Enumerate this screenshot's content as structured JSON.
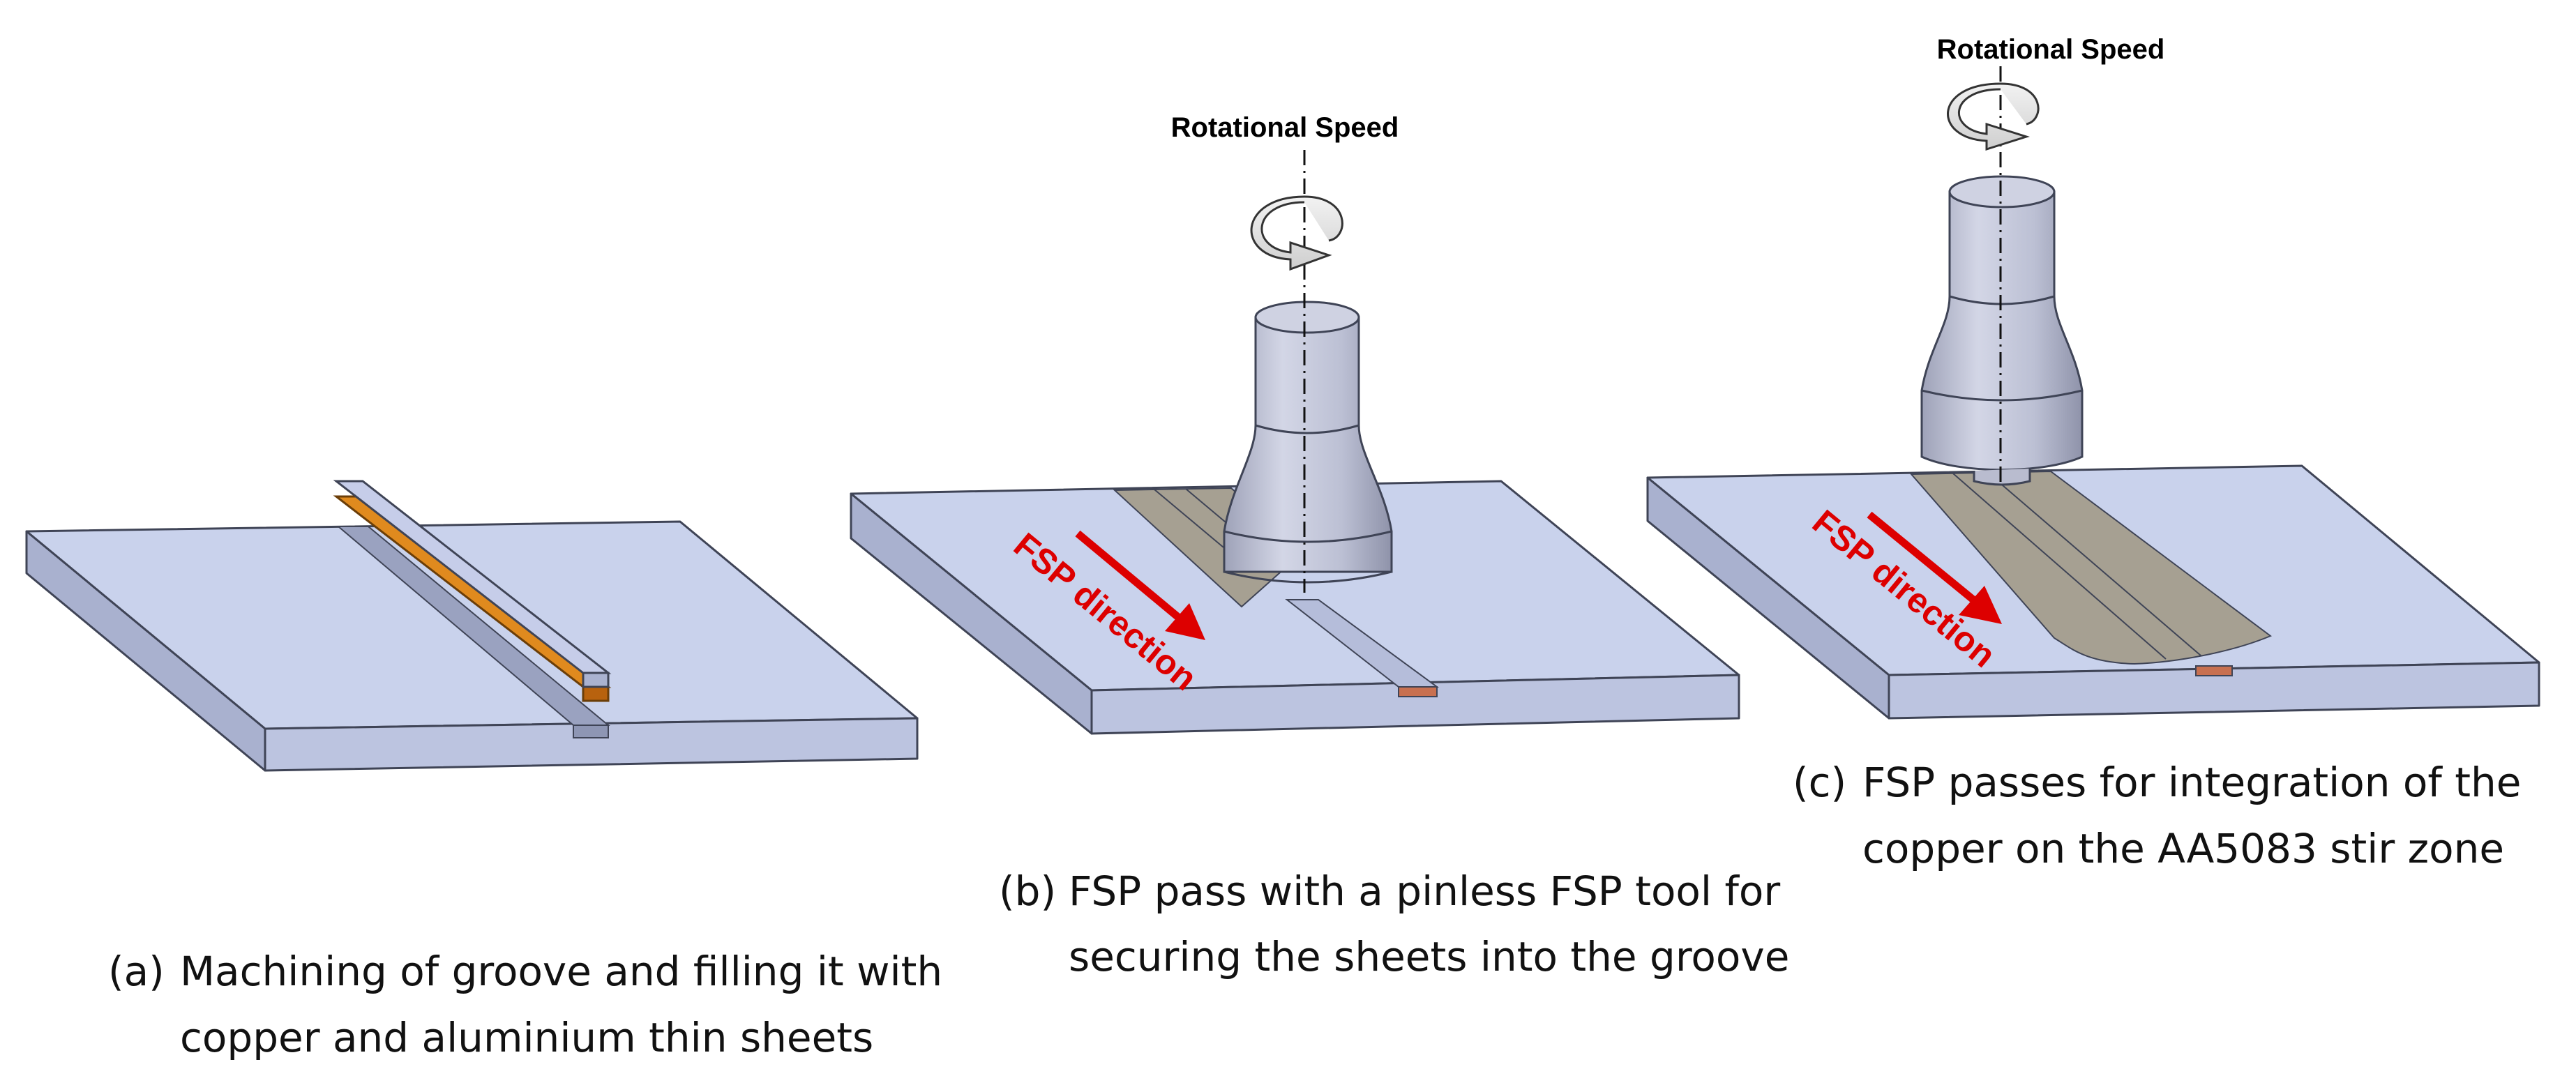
{
  "colors": {
    "plate_top": "#c9d2ec",
    "plate_front": "#bcc4e0",
    "plate_side": "#a9b1cf",
    "plate_edge": "#3f4456",
    "copper_strip": "#e08a1e",
    "aluminium_strip": "#c6cde9",
    "processed_zone": "#a6a092",
    "tool": "#bfc2d6",
    "tool_shade": "#9ea2b8",
    "direction_arrow": "#dd0000",
    "rotation_arrow": "#e4e4e4"
  },
  "panels": [
    {
      "id": "a",
      "caption_marker": "(a)",
      "caption_lines": [
        "Machining of groove and filling it with",
        "copper and aluminium thin sheets"
      ]
    },
    {
      "id": "b",
      "caption_marker": "(b)",
      "caption_lines": [
        "FSP pass with a pinless FSP tool for",
        "securing the sheets into the groove"
      ],
      "speed_label": "Rotational Speed",
      "direction_label": "FSP direction"
    },
    {
      "id": "c",
      "caption_marker": "(c)",
      "caption_lines": [
        "FSP passes for integration of the",
        "copper on the AA5083 stir zone"
      ],
      "speed_label": "Rotational Speed",
      "direction_label": "FSP direction"
    }
  ]
}
